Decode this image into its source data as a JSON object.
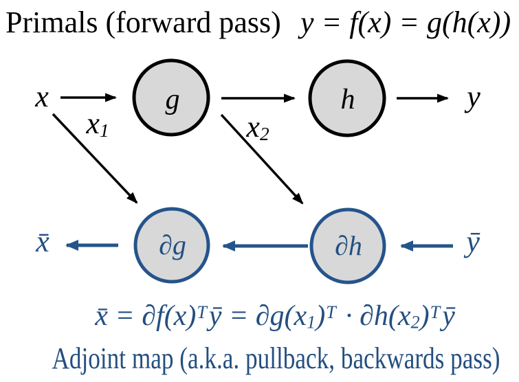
{
  "colors": {
    "text_blue": "#234F80",
    "shape_blue": "#25548B",
    "node_fill": "#D8D8D8",
    "black": "#000000"
  },
  "titles": {
    "primal": "Primals (forward pass)",
    "adjoint": "Adjoint map (a.k.a. pullback, backwards pass)"
  },
  "formulas": {
    "forward": "y = f(x) = g(h(x))",
    "adjoint": {
      "p0": "x̄ = ∂f(x)",
      "p1": "T",
      "p2": "ȳ = ∂g(x",
      "p3": "1",
      "p4": ")",
      "p5": "T",
      "p6": " · ∂h(x",
      "p7": "2",
      "p8": ")",
      "p9": "T",
      "p10": "ȳ"
    }
  },
  "nodes": {
    "g": "g",
    "h": "h",
    "dg": "∂g",
    "dh": "∂h"
  },
  "labels": {
    "x": "x",
    "y": "y",
    "x1_base": "x",
    "x1_sub": "1",
    "x2_base": "x",
    "x2_sub": "2",
    "xbar": "x̄",
    "ybar": "ȳ"
  }
}
